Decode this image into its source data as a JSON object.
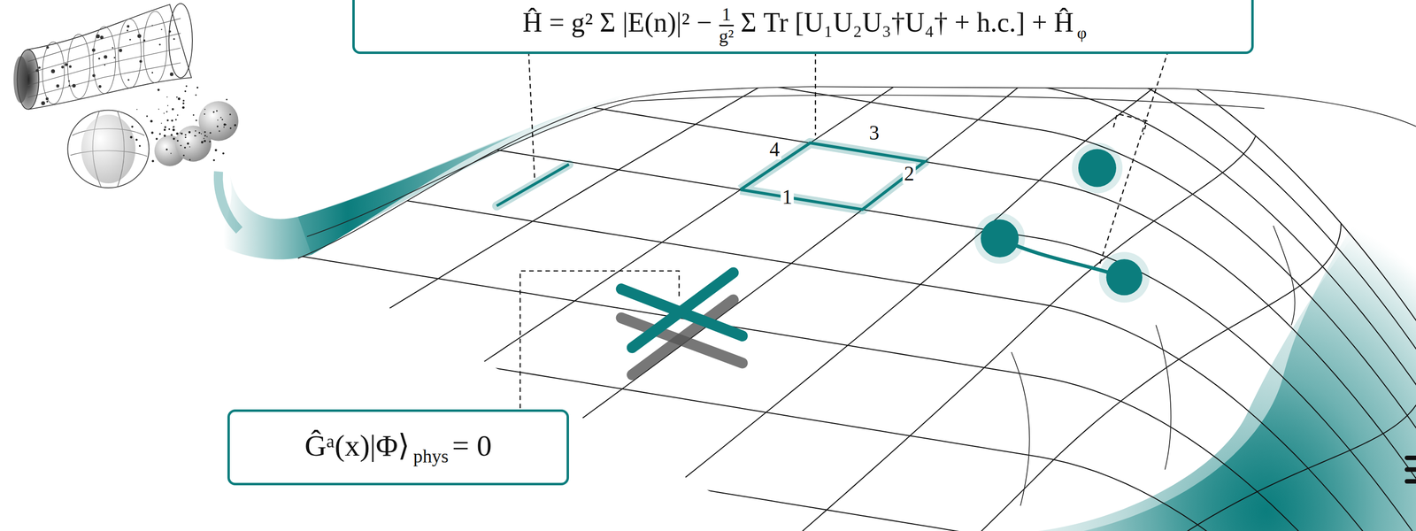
{
  "diagram": {
    "nodes": [
      {
        "text": [
          "Ĥ = g² Σ |E(n)|² −",
          "1",
          "g²",
          "Σ Tr [U₁U₂U₃†U₄† + h.c.] + Ĥ",
          "φ"
        ]
      },
      {
        "text": [
          "Ĝᵃ(x)|Φ⟩",
          "phys",
          "= 0"
        ]
      }
    ],
    "labels": [
      "4",
      "3",
      "2",
      "1"
    ]
  }
}
